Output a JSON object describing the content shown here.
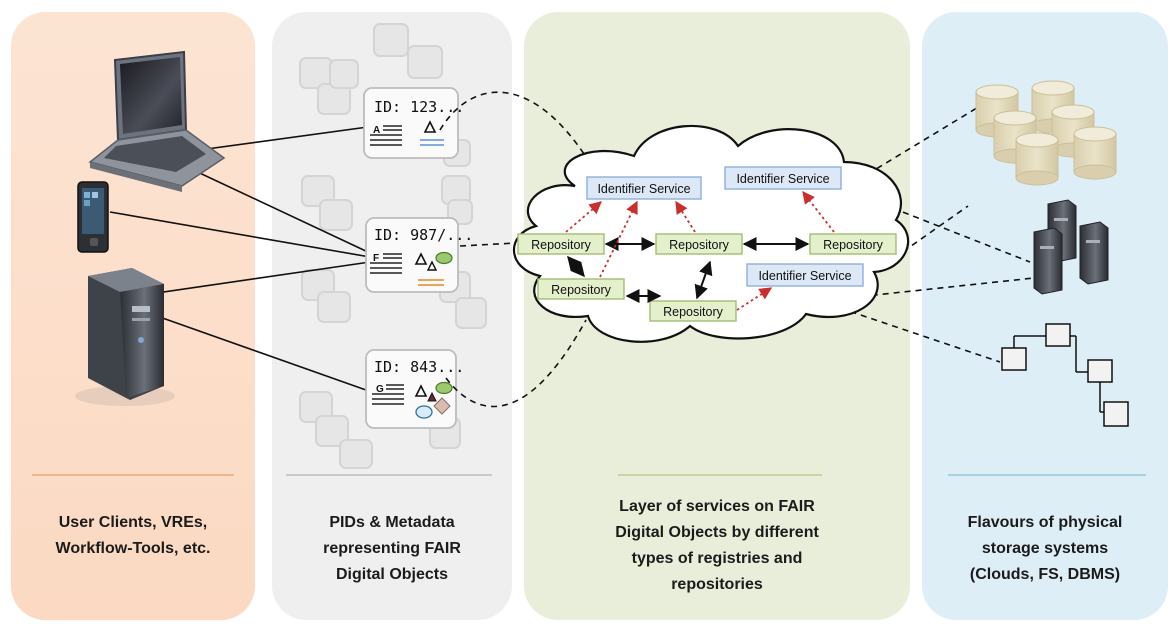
{
  "columns": [
    {
      "caption_lines": [
        "User Clients, VREs,",
        "Workflow-Tools, etc."
      ]
    },
    {
      "caption_lines": [
        "PIDs & Metadata",
        "representing FAIR",
        "Digital Objects"
      ]
    },
    {
      "caption_lines": [
        "Layer of services on FAIR",
        "Digital Objects by different",
        "types of registries and",
        "repositories"
      ]
    },
    {
      "caption_lines": [
        "Flavours of physical",
        "storage systems",
        "(Clouds, FS, DBMS)"
      ]
    }
  ],
  "digital_objects": [
    {
      "id": "ID: 123...",
      "letter": "A"
    },
    {
      "id": "ID: 987/...",
      "letter": "F"
    },
    {
      "id": "ID: 843...",
      "letter": "G"
    }
  ],
  "services": {
    "identifier_services": [
      "Identifier Service",
      "Identifier Service",
      "Identifier Service"
    ],
    "repositories": [
      "Repository",
      "Repository",
      "Repository",
      "Repository",
      "Repository"
    ]
  },
  "colors": {
    "client_panel": "#fbdcc7",
    "pid_panel": "#efefef",
    "service_panel": "#e9eedb",
    "storage_panel": "#deeef6",
    "repository_box": "#e4efcc",
    "identifier_box": "#dde8f7",
    "arrow_red": "#c9302c"
  }
}
